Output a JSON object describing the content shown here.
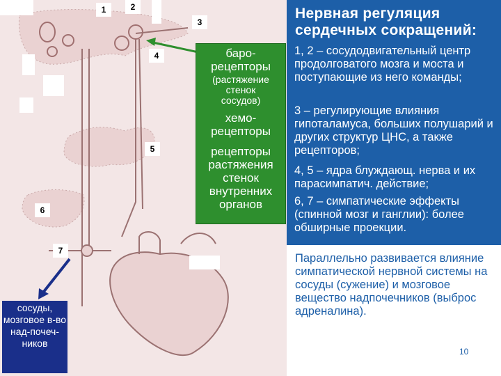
{
  "title": "Нервная регуляция сердечных сокращений:",
  "number_labels": [
    "1",
    "2",
    "3",
    "4",
    "5",
    "6",
    "7"
  ],
  "receptors": {
    "baro": "баро-рецепторы",
    "baro_note": "(растяжение стенок сосудов)",
    "chemo": "хемо-рецепторы",
    "stretch": "рецепторы растяжения стенок внутренних органов"
  },
  "effect_box": "сосуды, мозговое в-во над-почеч-ников",
  "items": [
    "1, 2 – сосудодвигательный центр продолговатого мозга и моста и поступающие из него команды;",
    "3 – регулирующие влияния гипоталамуса, больших полушарий и других структур ЦНС, а также рецепторов;",
    "4, 5 – ядра блуждающ. нерва и их парасимпатич. действие;",
    "6, 7 – симпатические эффекты (спинной мозг и ганглии): более обширные проекции."
  ],
  "parallel_text": "Параллельно развивается влияние симпатической нервной системы на сосуды (сужение) и мозговое вещество надпочечников (выброс адреналина).",
  "slide_number": "10",
  "colors": {
    "panel_blue": "#1d5fa8",
    "green_box": "#2e8f2e",
    "dark_blue_box": "#1a2f8a",
    "diagram_bg": "#f3e6e6"
  }
}
